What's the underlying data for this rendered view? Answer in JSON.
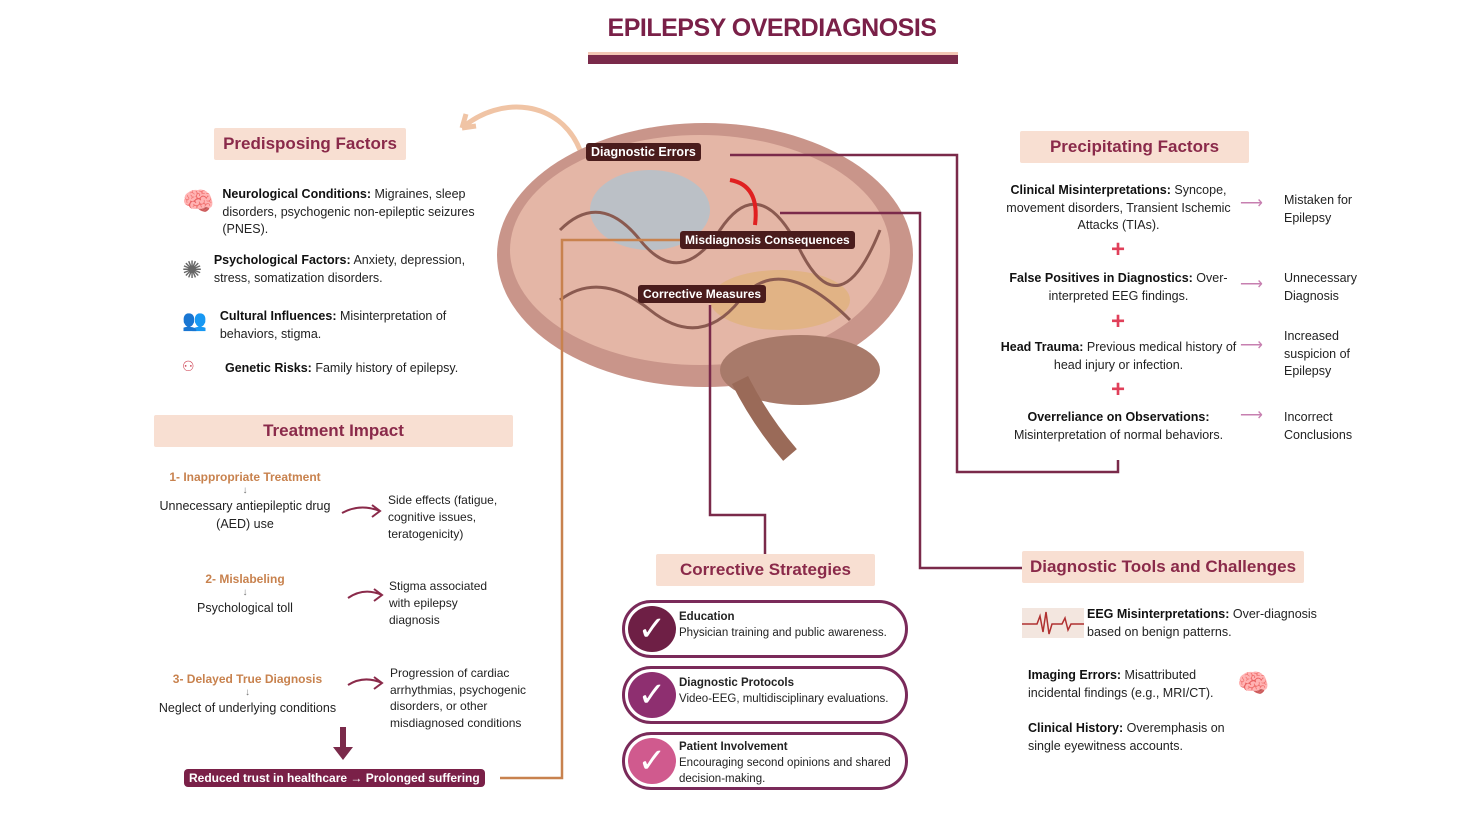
{
  "title": "EPILEPSY OVERDIAGNOSIS",
  "brain_labels": {
    "diagnostic_errors": "Diagnostic Errors",
    "misdiagnosis": "Misdiagnosis Consequences",
    "corrective": "Corrective Measures"
  },
  "predisposing": {
    "header": "Predisposing Factors",
    "items": [
      {
        "icon": "brain-icon",
        "label": "Neurological Conditions:",
        "text": " Migraines, sleep disorders, psychogenic non-epileptic seizures (PNES)."
      },
      {
        "icon": "head-sketch-icon",
        "label": "Psychological Factors:",
        "text": " Anxiety, depression, stress, somatization disorders."
      },
      {
        "icon": "people-icon",
        "label": "Cultural Influences:",
        "text": " Misinterpretation of behaviors, stigma."
      },
      {
        "icon": "family-tree-icon",
        "label": "Genetic Risks:",
        "text": " Family history of epilepsy."
      }
    ]
  },
  "precipitating": {
    "header": "Precipitating Factors",
    "items": [
      {
        "label": "Clinical Misinterpretations:",
        "text": " Syncope, movement disorders, Transient Ischemic Attacks (TIAs).",
        "result": "Mistaken for Epilepsy"
      },
      {
        "label": "False Positives in Diagnostics:",
        "text": " Over-interpreted EEG findings.",
        "result": "Unnecessary Diagnosis"
      },
      {
        "label": "Head Trauma:",
        "text": " Previous medical history of head injury or infection.",
        "result": "Increased suspicion of Epilepsy"
      },
      {
        "label": "Overreliance on Observations:",
        "text": " Misinterpretation of normal behaviors.",
        "result": "Incorrect Conclusions"
      }
    ],
    "plus": "+"
  },
  "treatment": {
    "header": "Treatment Impact",
    "arrow": "↓",
    "items": [
      {
        "title": "1- Inappropriate Treatment",
        "effect": "Unnecessary antiepileptic drug (AED) use",
        "outcome": "Side effects (fatigue, cognitive issues, teratogenicity)"
      },
      {
        "title": "2- Mislabeling",
        "effect": "Psychological toll",
        "outcome": "Stigma associated with epilepsy diagnosis"
      },
      {
        "title": "3- Delayed True Diagnosis",
        "effect": "Neglect of underlying conditions",
        "outcome": "Progression of cardiac arrhythmias, psychogenic disorders, or other misdiagnosed conditions"
      }
    ],
    "result": "Reduced trust in healthcare → Prolonged suffering"
  },
  "corrective": {
    "header": "Corrective Strategies",
    "check": "✓",
    "items": [
      {
        "title": "Education",
        "text": "Physician training and public awareness.",
        "color": "#6e1f45"
      },
      {
        "title": "Diagnostic Protocols",
        "text": "Video-EEG, multidisciplinary evaluations.",
        "color": "#8e2f70"
      },
      {
        "title": "Patient Involvement",
        "text": "Encouraging second opinions and shared decision-making.",
        "color": "#d05a8e"
      }
    ]
  },
  "tools": {
    "header": "Diagnostic Tools and Challenges",
    "items": [
      {
        "label": "EEG Misinterpretations:",
        "text": " Over-diagnosis based on benign patterns."
      },
      {
        "label": "Imaging Errors:",
        "text": " Misattributed incidental findings (e.g., MRI/CT)."
      },
      {
        "label": "Clinical History:",
        "text": " Overemphasis on single eyewitness accounts."
      }
    ]
  }
}
